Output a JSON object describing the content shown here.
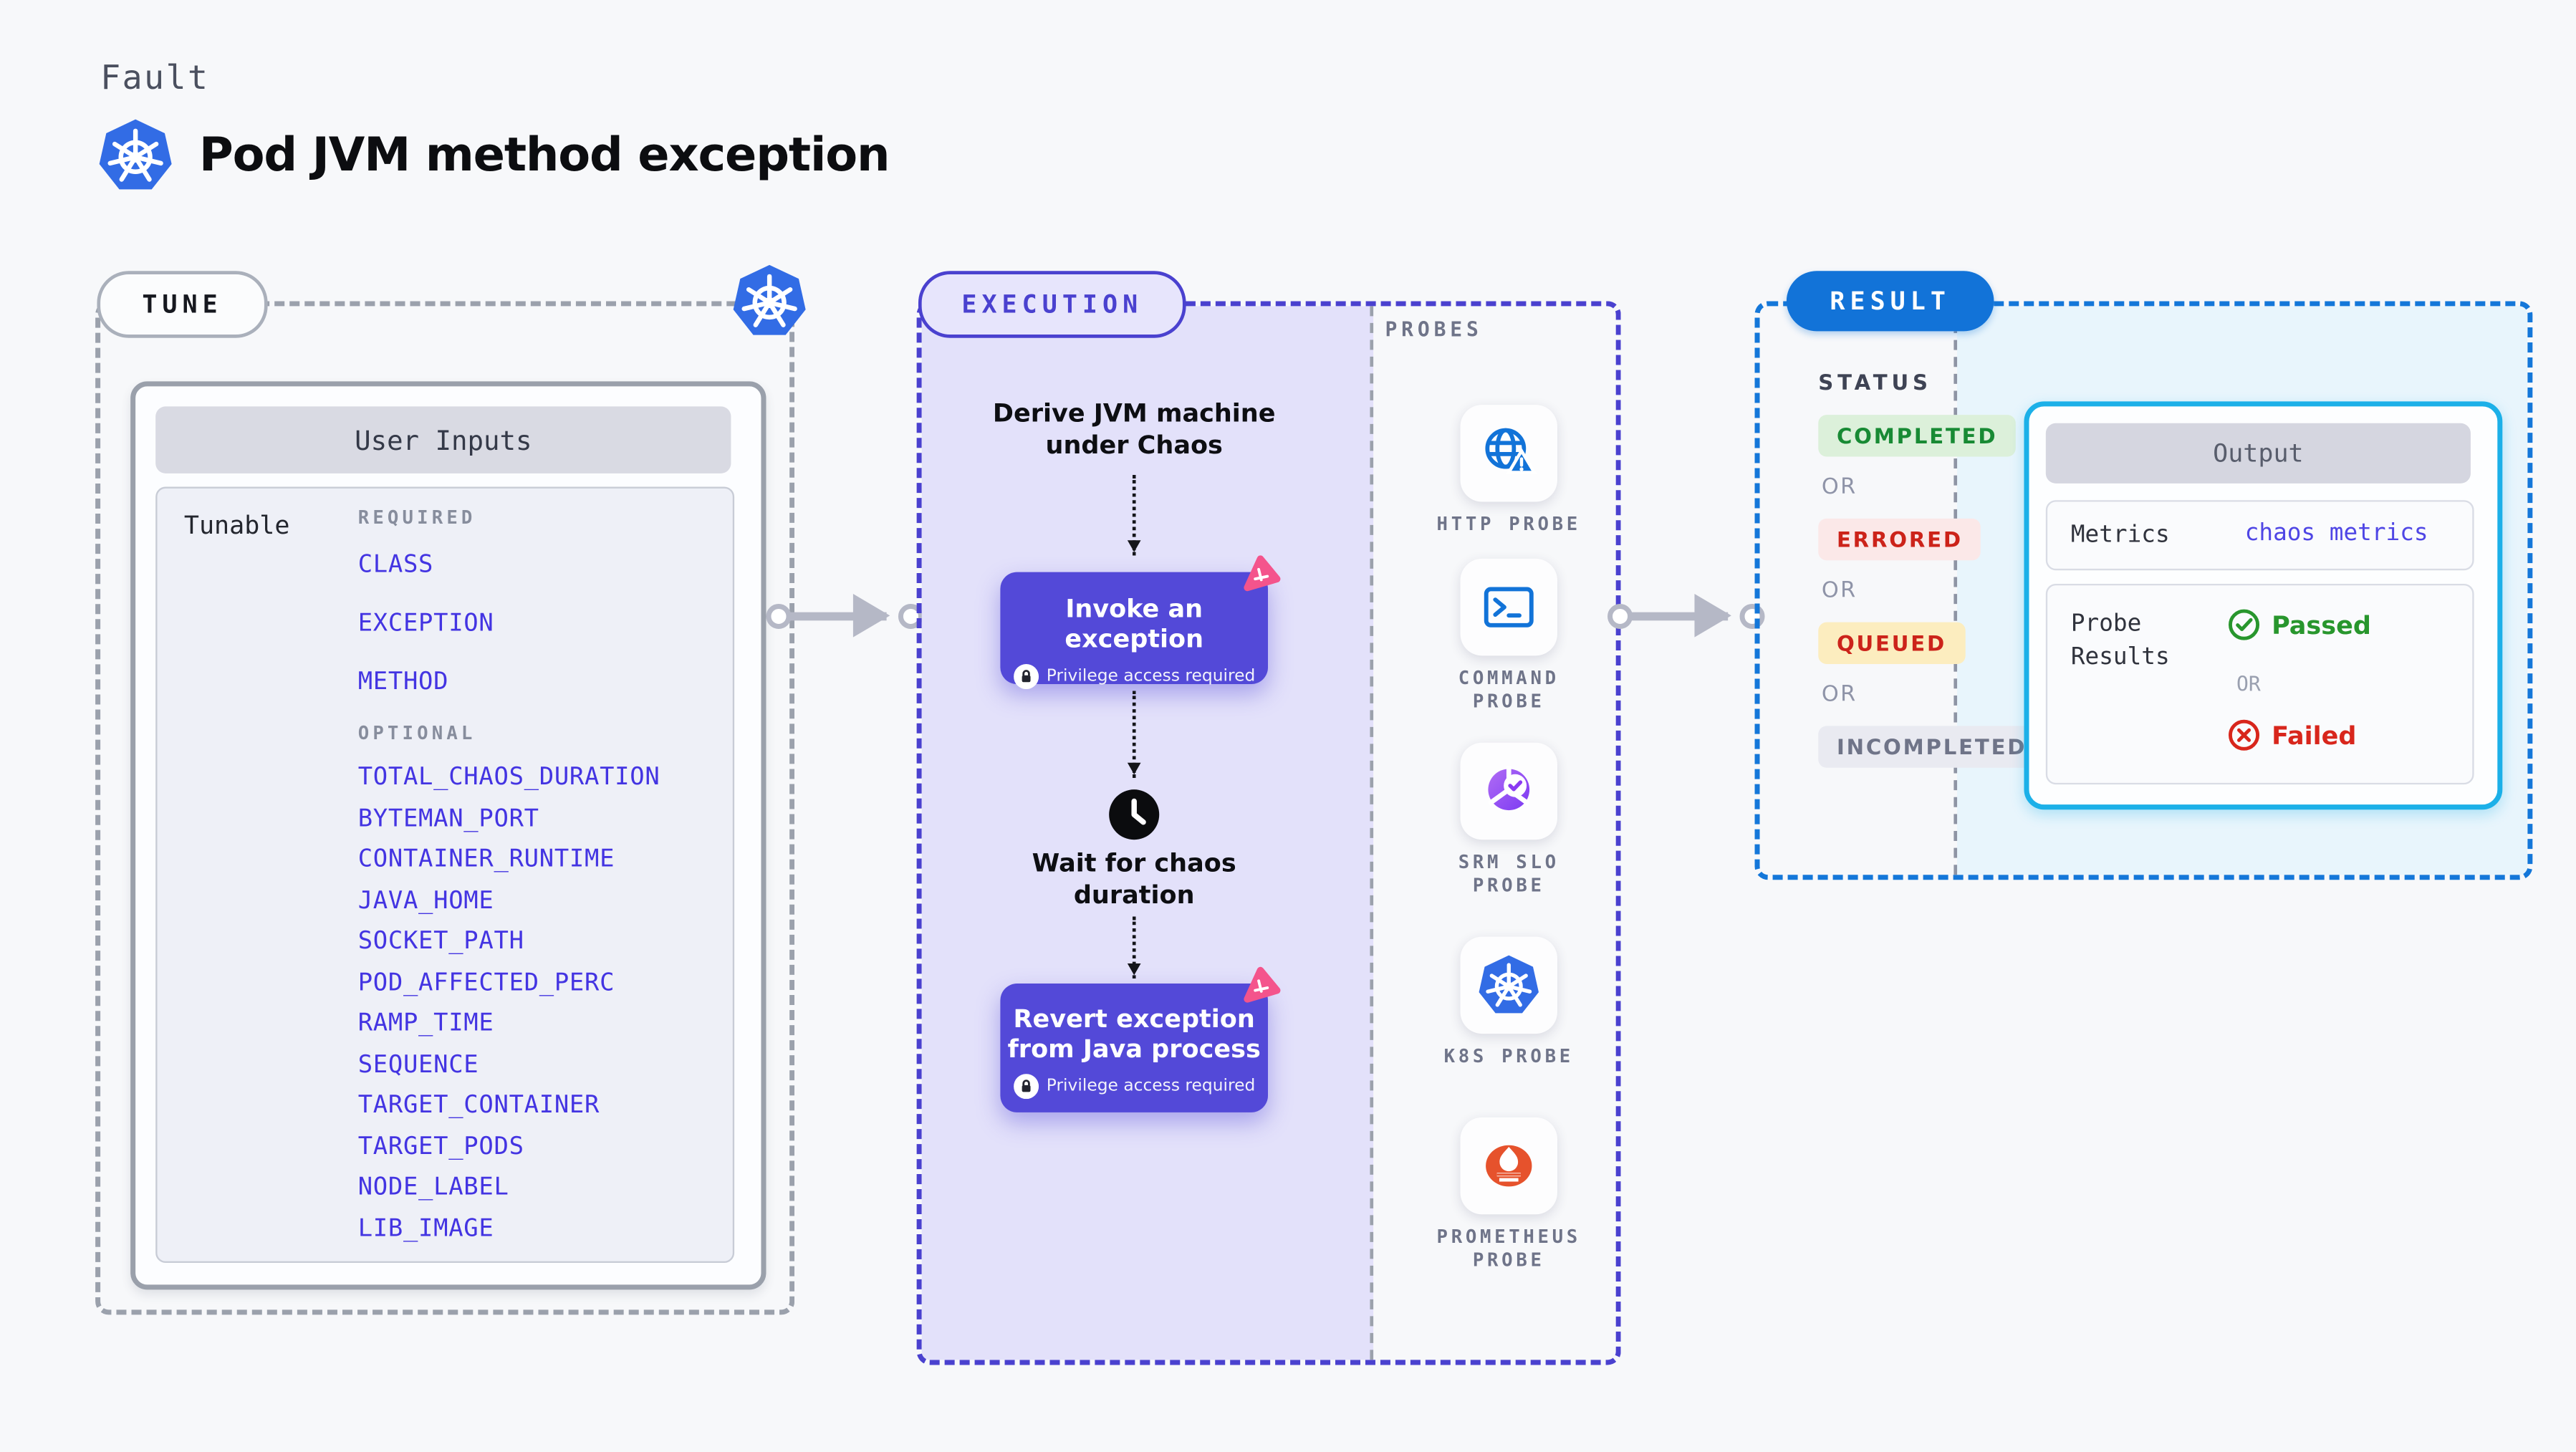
{
  "page": {
    "fault_label": "Fault",
    "title": "Pod JVM method exception"
  },
  "tune": {
    "pill_label": "TUNE",
    "card_title": "User Inputs",
    "row_label": "Tunable",
    "required_heading": "REQUIRED",
    "required_items": [
      "CLASS",
      "EXCEPTION",
      "METHOD"
    ],
    "optional_heading": "OPTIONAL",
    "optional_items": [
      "TOTAL_CHAOS_DURATION",
      "BYTEMAN_PORT",
      "CONTAINER_RUNTIME",
      "JAVA_HOME",
      "SOCKET_PATH",
      "POD_AFFECTED_PERC",
      "RAMP_TIME",
      "SEQUENCE",
      "TARGET_CONTAINER",
      "TARGET_PODS",
      "NODE_LABEL",
      "LIB_IMAGE"
    ]
  },
  "execution": {
    "pill_label": "EXECUTION",
    "derive_step": "Derive JVM machine\nunder Chaos",
    "invoke_label": "Invoke an exception",
    "wait_step": "Wait for chaos\nduration",
    "revert_label": "Revert exception\nfrom Java process",
    "privilege_note": "Privilege access required"
  },
  "probes": {
    "heading": "PROBES",
    "items": [
      {
        "label": "HTTP PROBE",
        "icon": "globe-alert-icon"
      },
      {
        "label": "COMMAND PROBE",
        "icon": "terminal-icon"
      },
      {
        "label": "SRM SLO PROBE",
        "icon": "slo-donut-check-icon"
      },
      {
        "label": "K8S PROBE",
        "icon": "kubernetes-icon"
      },
      {
        "label": "PROMETHEUS PROBE",
        "icon": "prometheus-flame-icon"
      }
    ]
  },
  "result": {
    "pill_label": "RESULT",
    "status_heading": "STATUS",
    "or_label": "OR",
    "statuses": [
      {
        "label": "COMPLETED",
        "fg": "#188a34",
        "bg": "#dcf0da"
      },
      {
        "label": "ERRORED",
        "fg": "#cc231a",
        "bg": "#fbe8e8"
      },
      {
        "label": "QUEUED",
        "fg": "#cc231a",
        "bg": "#fcedbf"
      },
      {
        "label": "INCOMPLETED",
        "fg": "#6f7488",
        "bg": "#e9eaf1"
      }
    ],
    "output": {
      "title": "Output",
      "metrics_label": "Metrics",
      "metrics_value": "chaos metrics",
      "probe_results_label": "Probe\nResults",
      "passed_label": "Passed",
      "or_label": "OR",
      "failed_label": "Failed"
    }
  },
  "colors": {
    "accent_indigo": "#4a41cf",
    "node_indigo": "#5349d8",
    "kubernetes_blue": "#326ce5",
    "result_blue": "#1273d8",
    "output_cyan": "#1cb0e8",
    "chaos_pink": "#f4548c",
    "lavender_panel": "#e3e1fa",
    "ice_panel": "#e8f5fc",
    "prometheus_orange": "#e6522c",
    "probe_blue": "#1273d8",
    "srm_purple": "#8b3af2"
  }
}
